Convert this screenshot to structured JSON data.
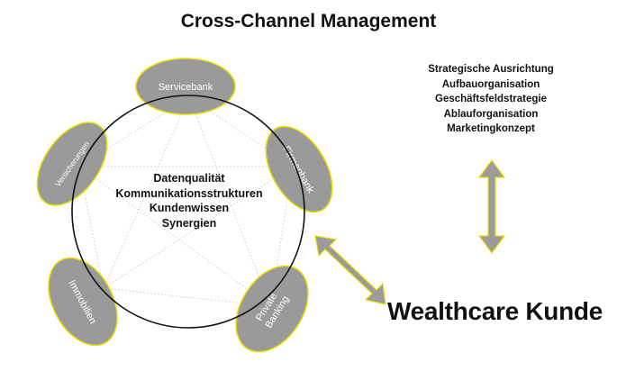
{
  "title": "Cross-Channel Management",
  "center": {
    "lines": [
      "Datenqualität",
      "Kommunikationsstrukturen",
      "Kundenwissen",
      "Synergien"
    ]
  },
  "channels": [
    {
      "name": "servicebank",
      "label": "Servicebank"
    },
    {
      "name": "firmenbank",
      "label": "Firmenbank"
    },
    {
      "name": "private-banking",
      "label": "Private Banking"
    },
    {
      "name": "immobilien",
      "label": "Immobilien"
    },
    {
      "name": "versicherungen",
      "label": "Versicherungen"
    }
  ],
  "strategy": {
    "items": [
      "Strategische Ausrichtung",
      "Aufbauorganisation",
      "Geschäftsfeldstrategie",
      "Ablauforganisation",
      "Marketingkonzept"
    ]
  },
  "customer_label": "Wealthcare Kunde",
  "colors": {
    "ellipse_fill": "#9a9a9a",
    "ellipse_outline": "#e6e000",
    "arrow_fill": "#9b9b9b",
    "circle_stroke": "#111111"
  }
}
